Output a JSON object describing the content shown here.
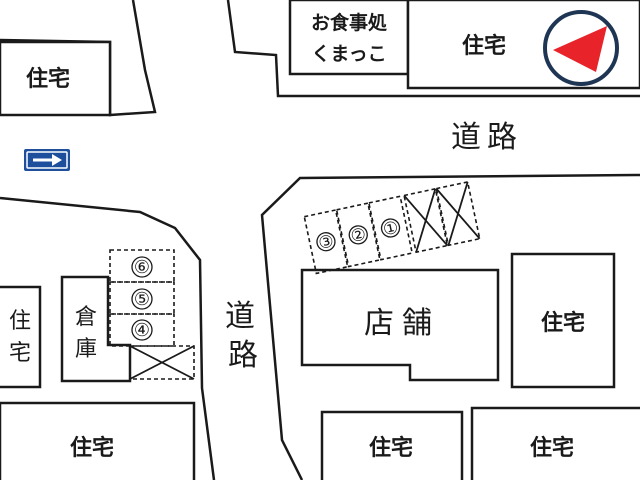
{
  "colors": {
    "compass_ring": "#1e3554",
    "compass_arrow": "#e8232a",
    "sign_blue": "#1e4f9c",
    "line": "#1a1a1a",
    "background": "#ffffff"
  },
  "labels": {
    "house": "住宅",
    "road": "道路",
    "road_vertical_top": "道",
    "road_vertical_bottom": "路",
    "shop": "店舗",
    "restaurant_line1": "お食事処",
    "restaurant_line2": "くまっこ",
    "warehouse_top": "倉",
    "warehouse_bottom": "庫",
    "house_vertical_top": "住",
    "house_vertical_bottom": "宅"
  },
  "parking_right": [
    "③",
    "②",
    "①"
  ],
  "parking_left": [
    "⑥",
    "⑤",
    "④"
  ],
  "icons": {
    "compass": "compass-north-left-icon",
    "sign": "one-way-arrow-right-icon"
  }
}
